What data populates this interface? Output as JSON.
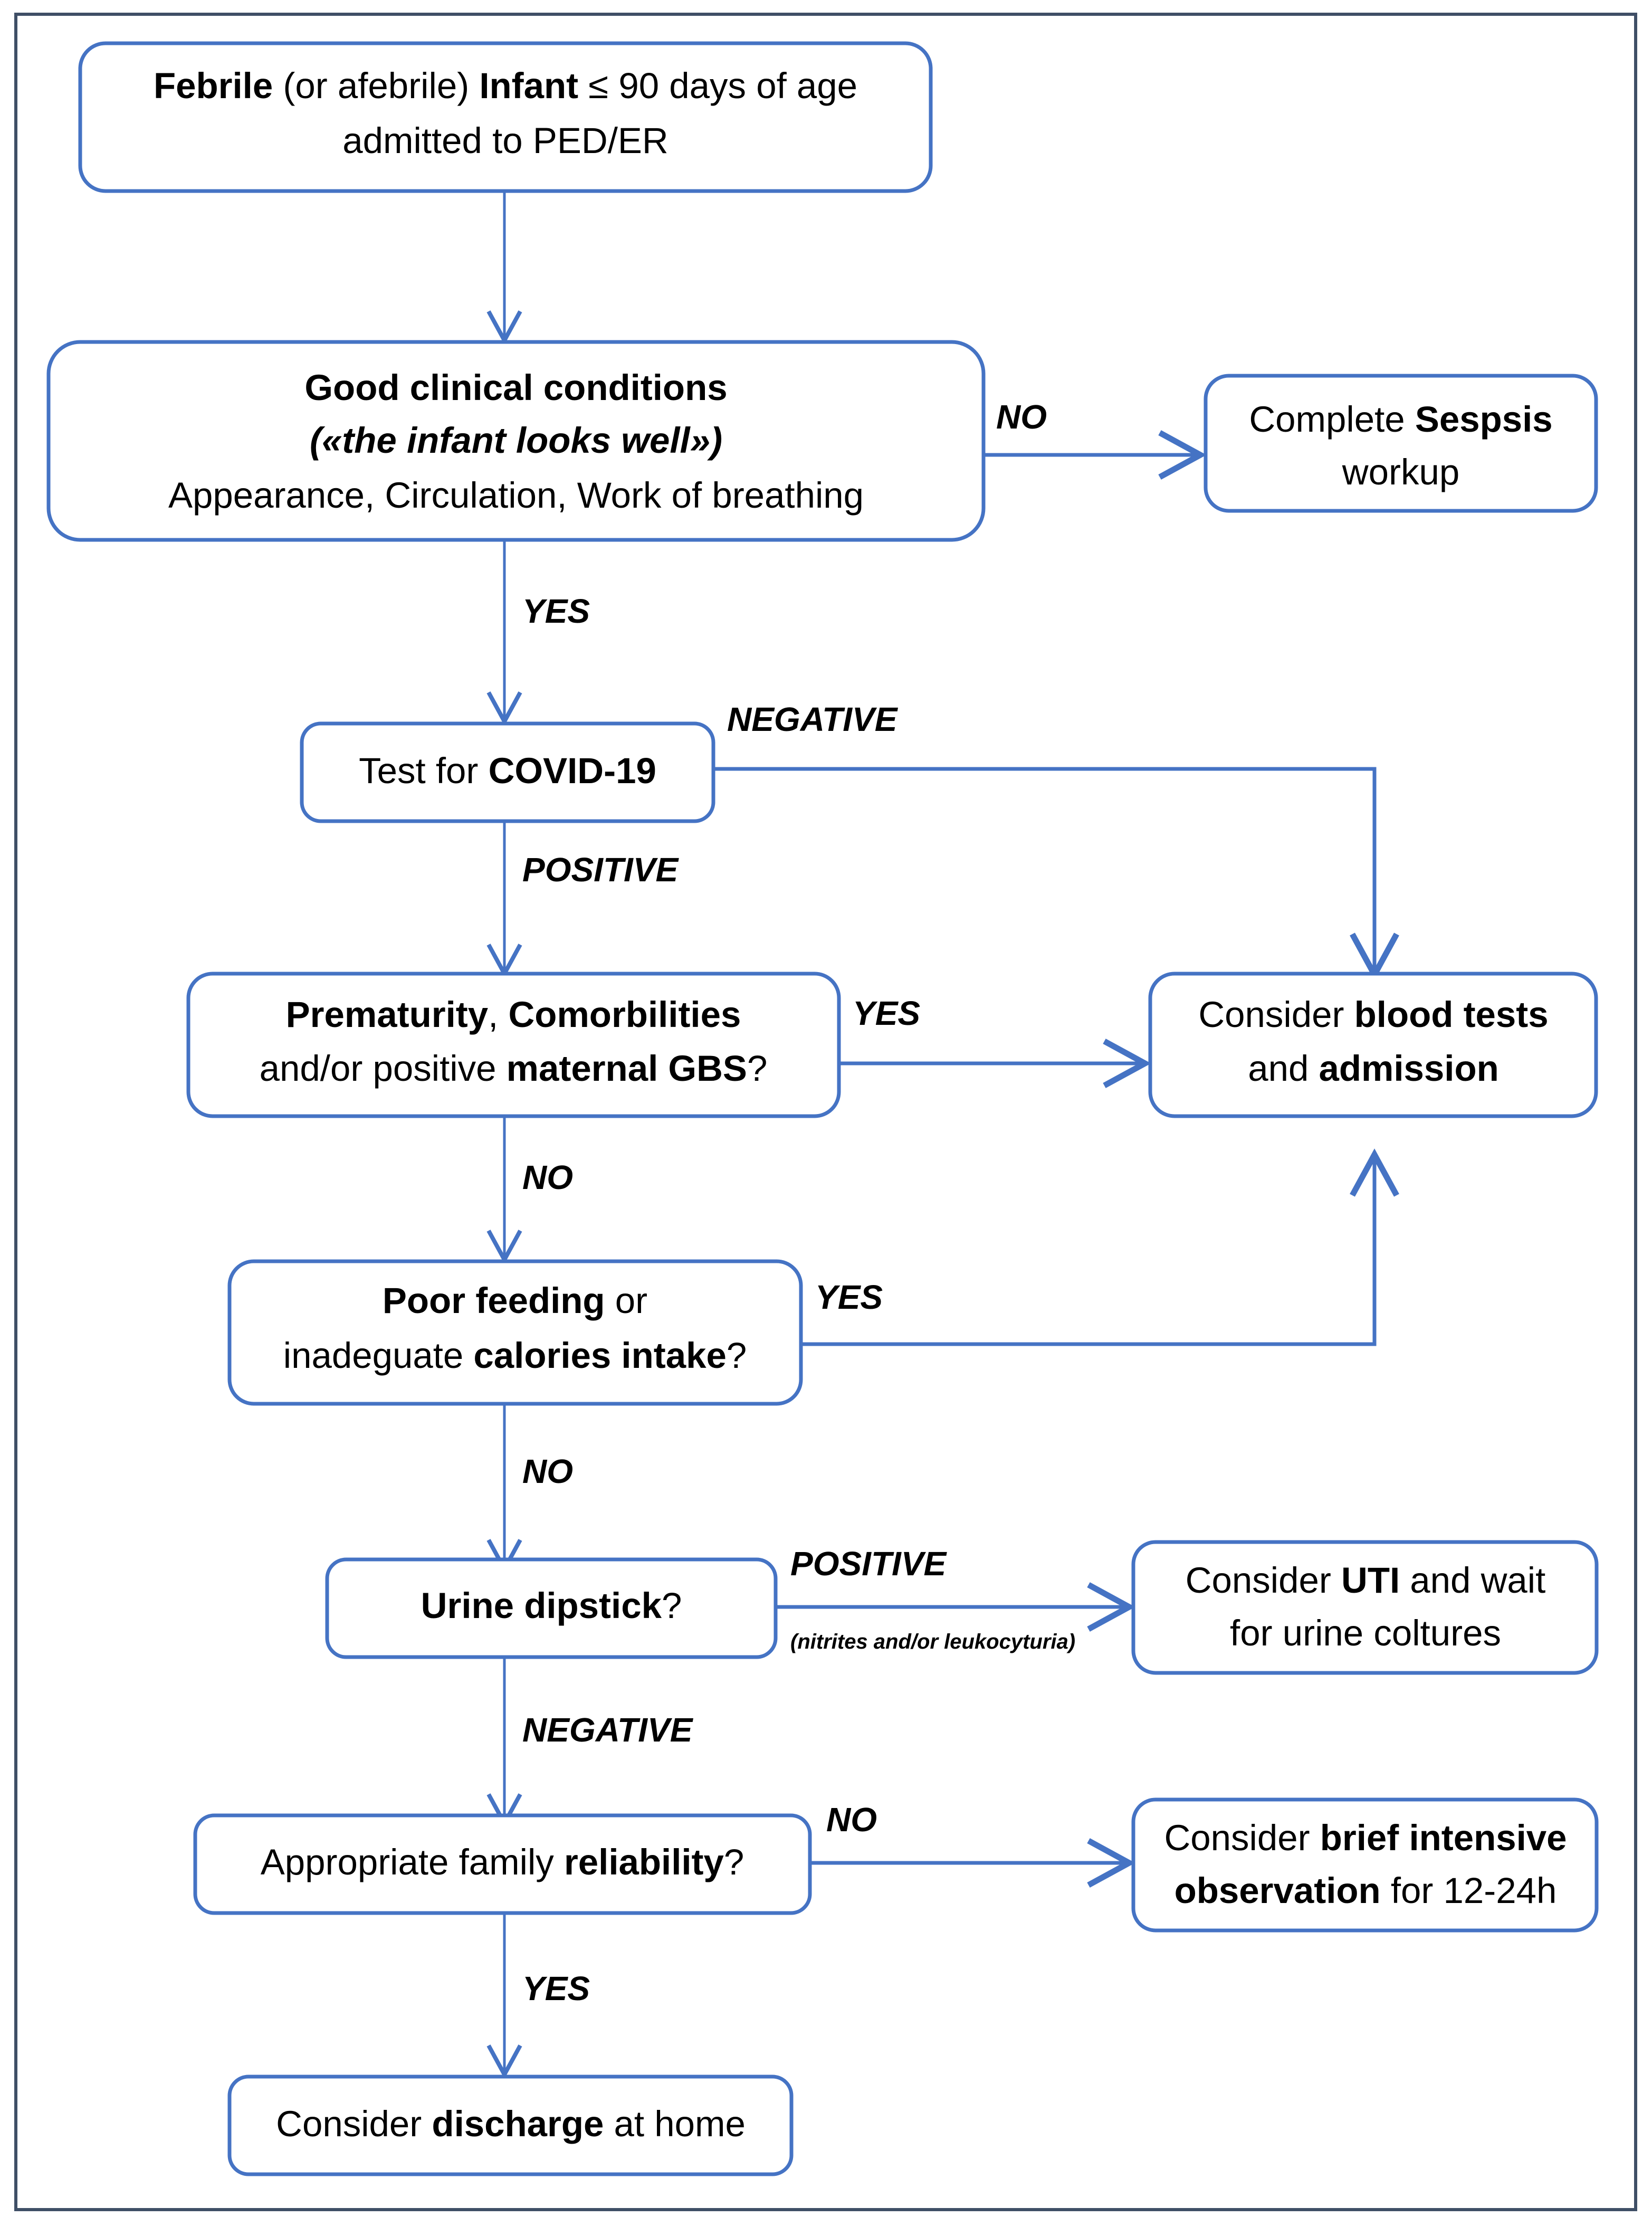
{
  "diagram": {
    "title_present": false,
    "colors": {
      "box_border": "#4573C4",
      "connector": "#4573C4",
      "frame_border": "#3F4F66",
      "text": "#000000",
      "background": "#FFFFFF"
    },
    "nodes": [
      {
        "id": "start",
        "lines": [
          [
            {
              "t": "Febrile",
              "bold": true
            },
            {
              "t": " (or afebrile) ",
              "bold": false
            },
            {
              "t": "Infant",
              "bold": true
            },
            {
              "t": " ≤ 90 days of age",
              "bold": false
            }
          ],
          [
            {
              "t": "admitted to PED/ER",
              "bold": false
            }
          ]
        ],
        "plain": "Febrile (or afebrile) Infant ≤ 90 days of age admitted to PED/ER"
      },
      {
        "id": "good-clinical-conditions",
        "lines": [
          [
            {
              "t": "Good clinical conditions",
              "bold": true
            }
          ],
          [
            {
              "t": "(«the infant looks well»)",
              "italic": true
            }
          ],
          [
            {
              "t": "Appearance, Circulation, Work of breathing",
              "bold": false
            }
          ]
        ],
        "plain": "Good clinical conditions («the infant looks well») Appearance, Circulation, Work of breathing"
      },
      {
        "id": "sepsis-workup",
        "lines": [
          [
            {
              "t": "Complete ",
              "bold": false
            },
            {
              "t": "Sespsis",
              "bold": true
            }
          ],
          [
            {
              "t": "workup",
              "bold": false
            }
          ]
        ],
        "plain": "Complete Sespsis workup"
      },
      {
        "id": "covid-test",
        "lines": [
          [
            {
              "t": "Test for ",
              "bold": false
            },
            {
              "t": "COVID-19",
              "bold": true
            }
          ]
        ],
        "plain": "Test for COVID-19"
      },
      {
        "id": "prematurity",
        "lines": [
          [
            {
              "t": "Prematurity",
              "bold": true
            },
            {
              "t": ", ",
              "bold": false
            },
            {
              "t": "Comorbilities",
              "bold": true
            }
          ],
          [
            {
              "t": "and/or positive ",
              "bold": false
            },
            {
              "t": "maternal GBS",
              "bold": true
            },
            {
              "t": "?",
              "bold": false
            }
          ]
        ],
        "plain": "Prematurity, Comorbilities and/or positive maternal GBS?"
      },
      {
        "id": "blood-tests",
        "lines": [
          [
            {
              "t": "Consider ",
              "bold": false
            },
            {
              "t": "blood tests",
              "bold": true
            }
          ],
          [
            {
              "t": "and ",
              "bold": false
            },
            {
              "t": "admission",
              "bold": true
            }
          ]
        ],
        "plain": "Consider blood tests and admission"
      },
      {
        "id": "poor-feeding",
        "lines": [
          [
            {
              "t": "Poor feeding",
              "bold": true
            },
            {
              "t": " or",
              "bold": false
            }
          ],
          [
            {
              "t": "inadeguate ",
              "bold": false
            },
            {
              "t": "calories intake",
              "bold": true
            },
            {
              "t": "?",
              "bold": false
            }
          ]
        ],
        "plain": "Poor feeding or inadeguate calories intake?"
      },
      {
        "id": "urine-dipstick",
        "lines": [
          [
            {
              "t": "Urine dipstick",
              "bold": true
            },
            {
              "t": "?",
              "bold": false
            }
          ]
        ],
        "plain": "Urine dipstick?"
      },
      {
        "id": "uti",
        "lines": [
          [
            {
              "t": "Consider ",
              "bold": false
            },
            {
              "t": "UTI",
              "bold": true
            },
            {
              "t": " and wait",
              "bold": false
            }
          ],
          [
            {
              "t": "for urine coltures",
              "bold": false
            }
          ]
        ],
        "plain": "Consider UTI and wait for urine coltures"
      },
      {
        "id": "family-reliability",
        "lines": [
          [
            {
              "t": "Appropriate family ",
              "bold": false
            },
            {
              "t": "reliability",
              "bold": true
            },
            {
              "t": "?",
              "bold": false
            }
          ]
        ],
        "plain": "Appropriate family reliability?"
      },
      {
        "id": "brief-observation",
        "lines": [
          [
            {
              "t": "Consider ",
              "bold": false
            },
            {
              "t": "brief intensive",
              "bold": true
            }
          ],
          [
            {
              "t": "observation",
              "bold": true
            },
            {
              "t": " for 12-24h",
              "bold": false
            }
          ]
        ],
        "plain": "Consider brief intensive observation for 12-24h"
      },
      {
        "id": "discharge",
        "lines": [
          [
            {
              "t": "Consider ",
              "bold": false
            },
            {
              "t": "discharge",
              "bold": true
            },
            {
              "t": " at home",
              "bold": false
            }
          ]
        ],
        "plain": "Consider discharge at home"
      }
    ],
    "edge_labels": {
      "good_conditions_no": "NO",
      "good_conditions_yes": "YES",
      "covid_negative": "NEGATIVE",
      "covid_positive": "POSITIVE",
      "prematurity_yes": "YES",
      "prematurity_no": "NO",
      "poor_feeding_yes": "YES",
      "poor_feeding_no": "NO",
      "dipstick_positive": "POSITIVE",
      "dipstick_positive_sub": "(nitrites and/or leukocyturia)",
      "dipstick_negative": "NEGATIVE",
      "reliability_no": "NO",
      "reliability_yes": "YES"
    }
  }
}
